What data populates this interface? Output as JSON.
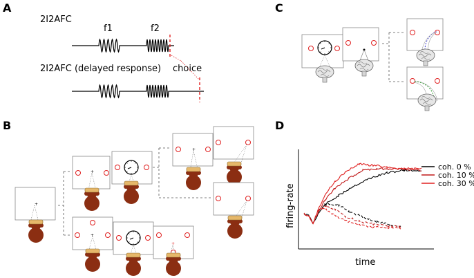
{
  "panels": {
    "a": {
      "letter": "A",
      "task1": "2I2AFC",
      "task2": "2I2AFC (delayed response)",
      "f1": "f1",
      "f2": "f2",
      "choice": "choice"
    },
    "b": {
      "letter": "B"
    },
    "c": {
      "letter": "C"
    },
    "d": {
      "letter": "D",
      "ylabel": "firing-rate",
      "xlabel": "time",
      "legend": [
        "coh. 0 %",
        "coh. 10 %",
        "coh. 30 %"
      ]
    }
  },
  "colors": {
    "target": "#e02020",
    "monkey": "#8b2e12",
    "collar": "#e6b86a",
    "legend": [
      "#000000",
      "#c01818",
      "#e02020"
    ],
    "c_blue": "#3a3ad0",
    "c_green": "#2fa02f"
  }
}
